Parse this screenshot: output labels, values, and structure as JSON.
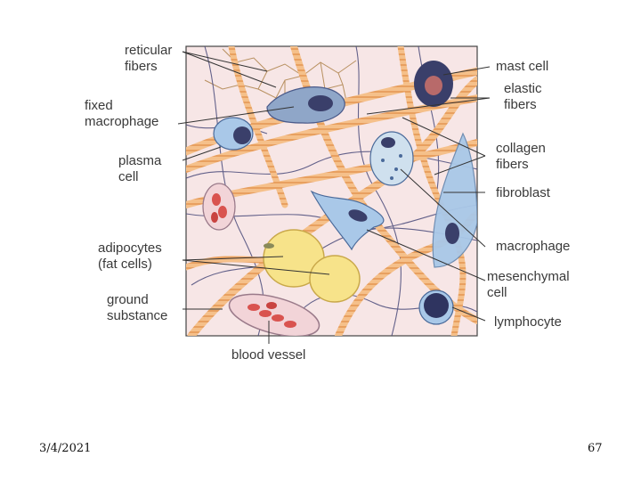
{
  "slide": {
    "date": "3/4/2021",
    "page_number": "67"
  },
  "figure": {
    "labels": {
      "reticular_fibers": [
        "reticular",
        "fibers"
      ],
      "fixed_macrophage": [
        "fixed",
        "macrophage"
      ],
      "plasma_cell": [
        "plasma",
        "cell"
      ],
      "adipocytes": [
        "adipocytes",
        "(fat cells)"
      ],
      "ground_substance": [
        "ground",
        "substance"
      ],
      "blood_vessel": [
        "blood vessel"
      ],
      "mast_cell": [
        "mast cell"
      ],
      "elastic_fibers": [
        "elastic",
        "fibers"
      ],
      "collagen_fibers": [
        "collagen",
        "fibers"
      ],
      "fibroblast": [
        "fibroblast"
      ],
      "macrophage": [
        "macrophage"
      ],
      "mesenchymal_cell": [
        "mesenchymal",
        "cell"
      ],
      "lymphocyte": [
        "lymphocyte"
      ]
    },
    "colors": {
      "tissue_background": "#f7e6e6",
      "collagen_fiber": "#f5c08a",
      "collagen_stripe": "#e8a060",
      "elastic_fiber": "#4a4a7a",
      "reticular_fiber": "#b89060",
      "adipocyte": "#f7e38a",
      "cell_blue": "#a9c8e8",
      "nucleus_dark": "#3a3f6a",
      "red_blood_cell": "#d9534f",
      "leader_line": "#333333"
    }
  }
}
